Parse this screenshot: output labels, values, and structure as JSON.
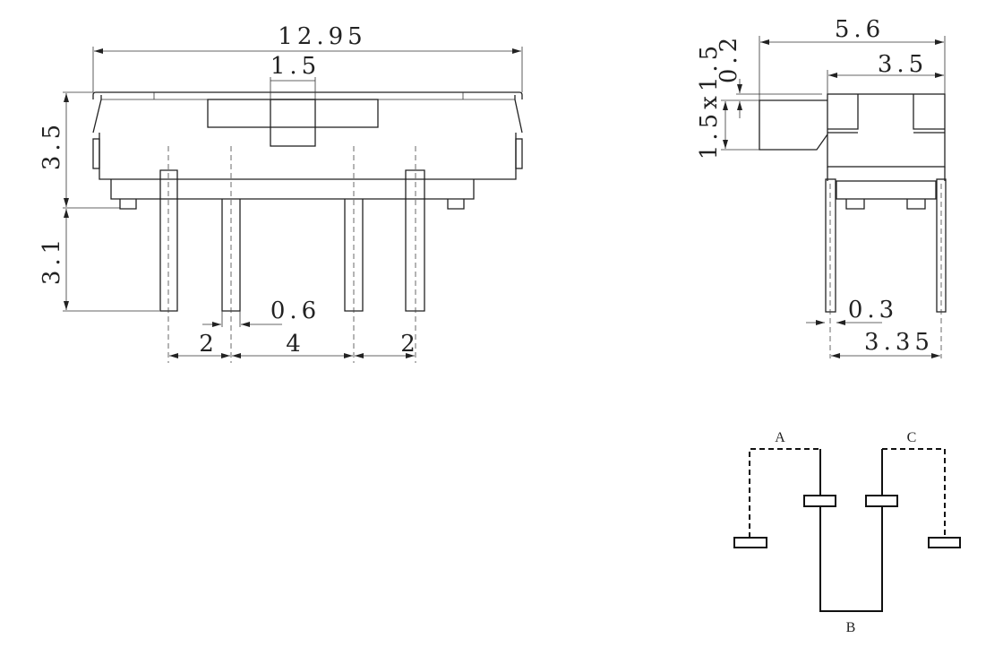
{
  "front_view": {
    "overall_width": "12.95",
    "actuator_width": "1.5",
    "body_height": "3.5",
    "pin_length": "3.1",
    "pin_width": "0.6",
    "pitch_left": "2",
    "pitch_center": "4",
    "pitch_right": "2"
  },
  "side_view": {
    "overall_depth": "5.6",
    "body_depth": "3.5",
    "actuator_size": "1.5x1.5",
    "actuator_offset": "0.2",
    "pin_thickness": "0.3",
    "pin_span": "3.35"
  },
  "schematic": {
    "terminal_a": "A",
    "terminal_b": "B",
    "terminal_c": "C"
  }
}
